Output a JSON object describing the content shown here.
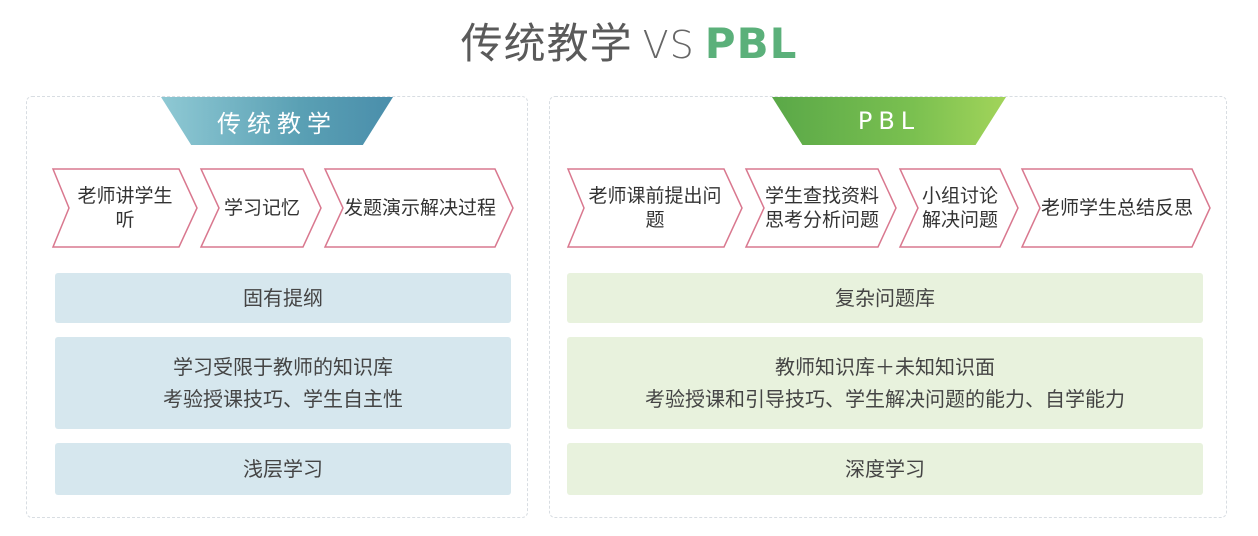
{
  "title": {
    "part1": "传统教学",
    "vs": "VS",
    "part2": "PBL"
  },
  "colors": {
    "step_border": "#d9788f",
    "left_tab": "#5aa0b4",
    "right_tab": "#6cb84c",
    "left_row_bg": "#d6e7ee",
    "right_row_bg": "#e8f2dd"
  },
  "left": {
    "tab": "传统教学",
    "steps": [
      "老师讲学生听",
      "学习记忆",
      "发题演示解决过程"
    ],
    "rows": [
      [
        "固有提纲"
      ],
      [
        "学习受限于教师的知识库",
        "考验授课技巧、学生自主性"
      ],
      [
        "浅层学习"
      ]
    ]
  },
  "right": {
    "tab": "PBL",
    "steps": [
      [
        "老师课前提出问题"
      ],
      [
        "学生查找资料",
        "思考分析问题"
      ],
      [
        "小组讨论",
        "解决问题"
      ],
      [
        "老师学生总结反思"
      ]
    ],
    "rows": [
      [
        "复杂问题库"
      ],
      [
        "教师知识库＋未知知识面",
        "考验授课和引导技巧、学生解决问题的能力、自学能力"
      ],
      [
        "深度学习"
      ]
    ]
  }
}
